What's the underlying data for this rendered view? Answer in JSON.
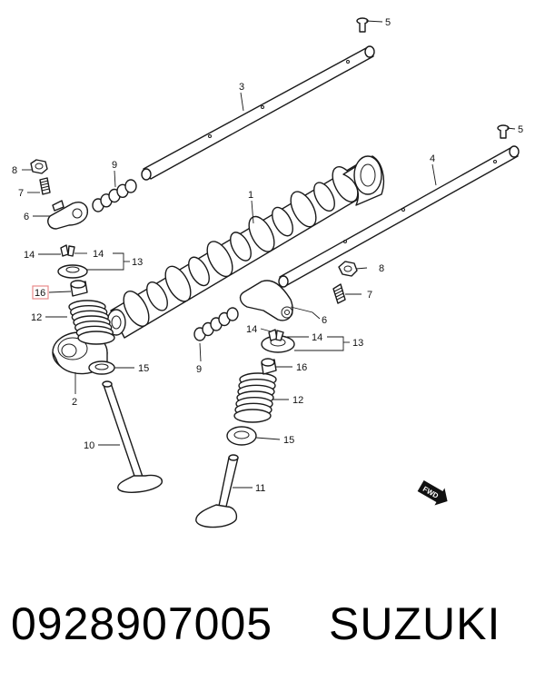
{
  "callouts": {
    "c1": "1",
    "c2": "2",
    "c3": "3",
    "c4": "4",
    "c5a": "5",
    "c5b": "5",
    "c6a": "6",
    "c6b": "6",
    "c7a": "7",
    "c7b": "7",
    "c8a": "8",
    "c8b": "8",
    "c9a": "9",
    "c9b": "9",
    "c10": "10",
    "c11": "11",
    "c12a": "12",
    "c12b": "12",
    "c13a": "13",
    "c13b": "13",
    "c14a": "14",
    "c14b": "14",
    "c14c": "14",
    "c14d": "14",
    "c15a": "15",
    "c15b": "15",
    "c16a": "16",
    "c16b": "16"
  },
  "fwd_label": "FWD",
  "highlight_color": "#e88a8a",
  "caption": {
    "part_number": "0928907005",
    "brand": "SUZUKI"
  }
}
